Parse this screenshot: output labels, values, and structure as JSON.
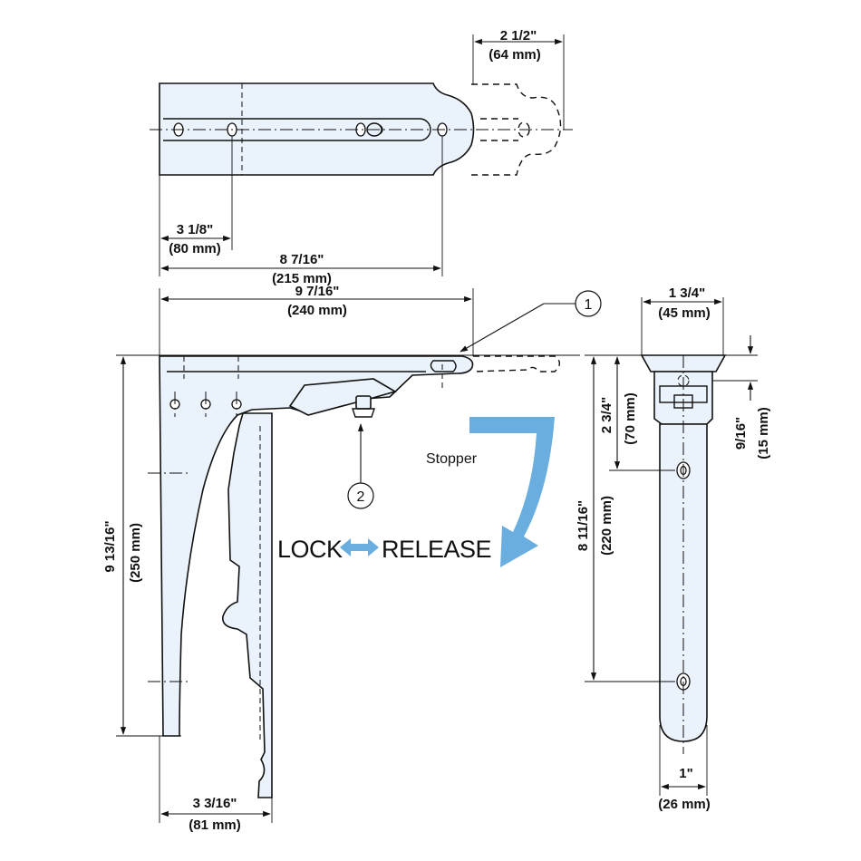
{
  "colors": {
    "part_fill": "#eaf2fb",
    "arrow_blue": "#6aaee0",
    "line": "#111111"
  },
  "top_view": {
    "dim_extension": {
      "inch": "2 1/2\"",
      "mm": "(64 mm)"
    },
    "dim_first_hole": {
      "inch": "3 1/8\"",
      "mm": "(80 mm)"
    },
    "dim_last_hole": {
      "inch": "8 7/16\"",
      "mm": "(215 mm)"
    }
  },
  "side_view": {
    "dim_overall_length": {
      "inch": "9 7/16\"",
      "mm": "(240 mm)"
    },
    "dim_height": {
      "inch": "9 13/16\"",
      "mm": "(250 mm)"
    },
    "dim_base": {
      "inch": "3 3/16\"",
      "mm": "(81 mm)"
    },
    "callout_1": "1",
    "callout_2": "2",
    "stopper_label": "Stopper",
    "lock_label": "LOCK",
    "release_label": "RELEASE"
  },
  "front_view": {
    "dim_width": {
      "inch": "1 3/4\"",
      "mm": "(45 mm)"
    },
    "dim_top_hole": {
      "inch": "2 3/4\"",
      "mm": "(70 mm)"
    },
    "dim_hole_spacing": {
      "inch": "8 11/16\"",
      "mm": "(220 mm)"
    },
    "dim_thickness": {
      "inch": "9/16\"",
      "mm": "(15 mm)"
    },
    "dim_arm_width": {
      "inch": "1\"",
      "mm": "(26 mm)"
    }
  }
}
